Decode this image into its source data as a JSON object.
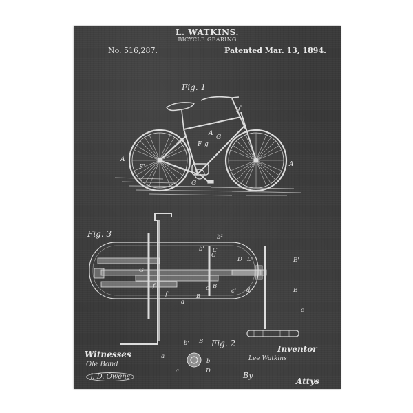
{
  "patent": {
    "inventor_header": "L. WATKINS.",
    "title": "BICYCLE GEARING",
    "number": "No. 516,287.",
    "date": "Patented Mar. 13, 1894."
  },
  "figures": {
    "fig1": {
      "label": "Fig. 1",
      "annotations": [
        "g'",
        "A",
        "G'",
        "F",
        "g",
        "A",
        "F'",
        "G",
        "A"
      ]
    },
    "fig3": {
      "label": "Fig. 3",
      "annotations": [
        "b²",
        "b'",
        "C",
        "C",
        "D",
        "D'",
        "E'",
        "G",
        "f",
        "f",
        "B",
        "B",
        "c",
        "c'",
        "d",
        "E",
        "a",
        "e",
        "a"
      ]
    },
    "fig2": {
      "label": "Fig. 2",
      "annotations": [
        "b'",
        "B",
        "b",
        "a",
        "D"
      ]
    }
  },
  "signatures": {
    "witnesses_label": "Witnesses",
    "witness_1": "Ole Bond",
    "witness_2": "J. D. Owens",
    "inventor_label": "Inventor",
    "inventor_signature": "Lee Watkins",
    "by_label": "By",
    "attorneys_label": "Attys"
  },
  "colors": {
    "background": "#3a3a3a",
    "chalk": "#e6e6e6",
    "page": "#ffffff"
  }
}
